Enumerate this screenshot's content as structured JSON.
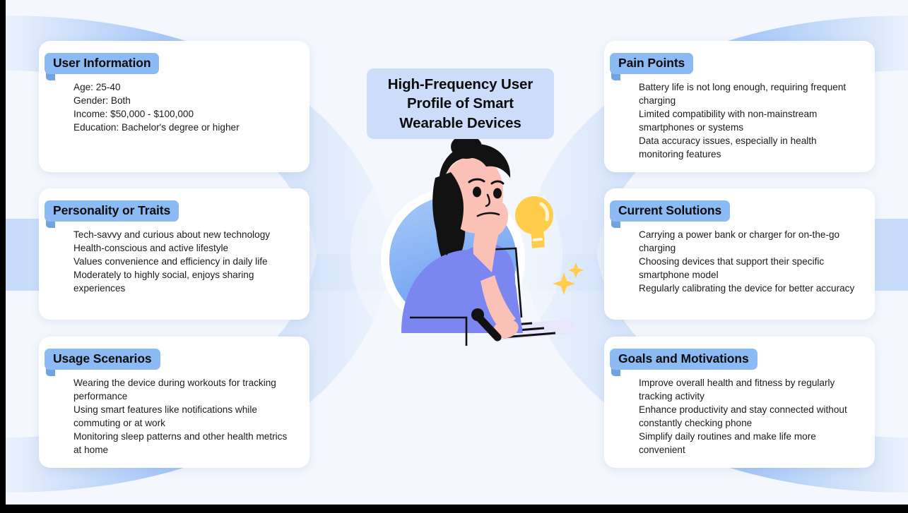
{
  "theme": {
    "page_background": "#f4f7fd",
    "card_background": "#ffffff",
    "badge_color": "#8cbaf5",
    "badge_fold_color": "#6ea4e3",
    "center_title_background": "#ccddfa",
    "band_color": "#a8c9f7",
    "illustration_shirt": "#7b86f0",
    "illustration_skin": "#fbc0b6",
    "illustration_hair": "#121212",
    "illustration_bulb": "#ffcd49",
    "illustration_circle": "#7aa9f5"
  },
  "center": {
    "title_line1": "High-Frequency User",
    "title_line2": "Profile of Smart",
    "title_line3": "Wearable Devices",
    "illustration_name": "woman-thinking-writing-illustration"
  },
  "cards": [
    {
      "id": "user-information",
      "title": "User Information",
      "lines": [
        "Age: 25-40",
        "Gender: Both",
        "Income: $50,000 - $100,000",
        "Education: Bachelor's degree or higher"
      ]
    },
    {
      "id": "personality",
      "title": "Personality or Traits",
      "lines": [
        "Tech-savvy and curious about new technology",
        "Health-conscious and active lifestyle",
        "Values convenience and efficiency in daily life",
        "Moderately to highly social, enjoys sharing experiences"
      ]
    },
    {
      "id": "usage",
      "title": "Usage Scenarios",
      "lines": [
        "Wearing the device during workouts for tracking performance",
        "Using smart features like notifications while commuting or at work",
        "Monitoring sleep patterns and other health metrics at home"
      ]
    },
    {
      "id": "pain-points",
      "title": "Pain Points",
      "lines": [
        "Battery life is not long enough, requiring frequent charging",
        "Limited compatibility with non-mainstream smartphones or systems",
        "Data accuracy issues, especially in health monitoring features"
      ]
    },
    {
      "id": "current",
      "title": "Current Solutions",
      "lines": [
        "Carrying a power bank or charger for on-the-go charging",
        "Choosing devices that support their specific smartphone model",
        "Regularly calibrating the device for better accuracy"
      ]
    },
    {
      "id": "goals",
      "title": "Goals and Motivations",
      "lines": [
        "Improve overall health and fitness by regularly tracking activity",
        "Enhance productivity and stay connected without constantly checking phone",
        "Simplify daily routines and make life more convenient"
      ]
    }
  ]
}
